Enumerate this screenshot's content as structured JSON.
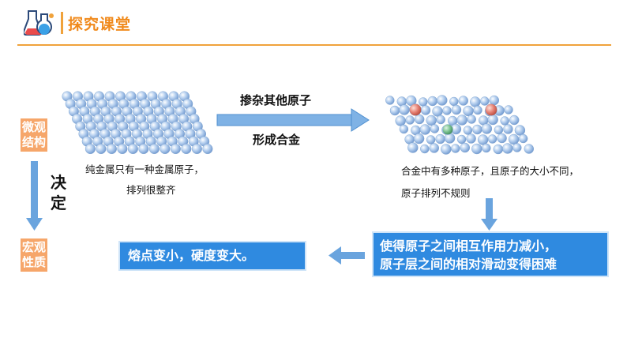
{
  "header": {
    "title": "探究课堂",
    "icon": "flask-icon",
    "accent": "#f08a1c"
  },
  "side": {
    "top_label": "微观\n结构",
    "bottom_label": "宏观\n性质",
    "decide_label": "决定"
  },
  "left_caption": {
    "line1": "纯金属只有一种金属原子，",
    "line2": "排列很整齐"
  },
  "arrow_labels": {
    "top": "掺杂其他原子",
    "bottom": "形成合金"
  },
  "right_caption": {
    "line1": "合金中有多种原子，且原子的大小不同，",
    "line2": "原子排列不规则"
  },
  "effect_box": {
    "line1": "使得原子之间相互作用力减小，",
    "line2": "原子层之间的相对滑动变得困难"
  },
  "result_box": {
    "text": "熔点变小，硬度变大。"
  },
  "colors": {
    "atom": "#a9c6ea",
    "red_atom": "#e57f72",
    "green_atom": "#79c18f",
    "box_blue": "#2f8ae0",
    "side_orange": "#f6a66a"
  }
}
